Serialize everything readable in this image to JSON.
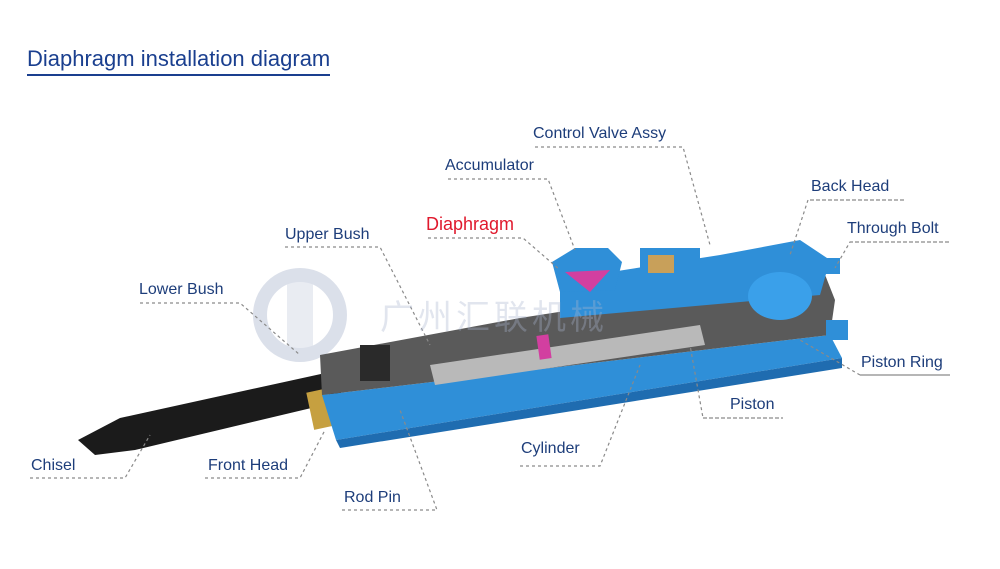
{
  "title": "Diaphragm installation diagram",
  "labels": {
    "control_valve_assy": "Control Valve Assy",
    "accumulator": "Accumulator",
    "back_head": "Back Head",
    "diaphragm": "Diaphragm",
    "through_bolt": "Through Bolt",
    "upper_bush": "Upper Bush",
    "lower_bush": "Lower Bush",
    "piston_ring": "Piston Ring",
    "piston": "Piston",
    "cylinder": "Cylinder",
    "chisel": "Chisel",
    "front_head": "Front Head",
    "rod_pin": "Rod Pin"
  },
  "watermark": "广州汇联机械",
  "colors": {
    "title": "#1a3f8f",
    "label": "#1d3d7a",
    "highlight": "#e0192d",
    "body_blue": "#2f8fd8",
    "body_dark": "#1f6cb0",
    "chisel": "#1b1b1b",
    "diaphragm": "#d23fa0"
  }
}
